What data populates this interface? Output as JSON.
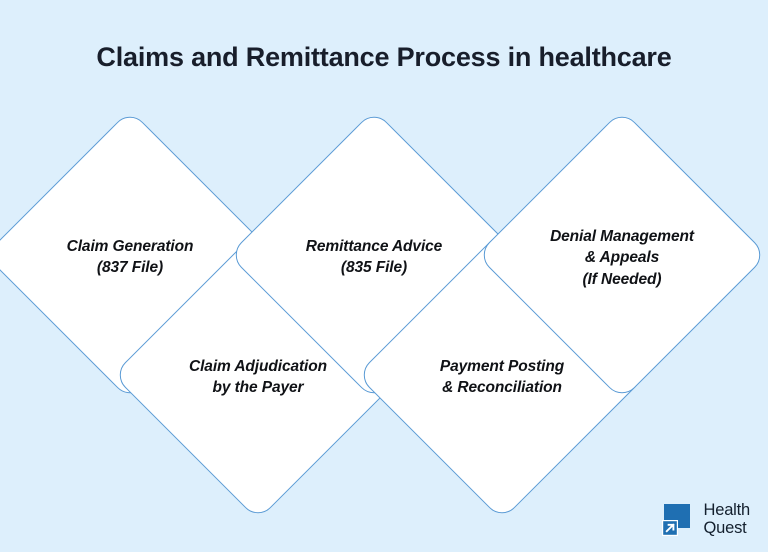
{
  "page": {
    "title": "Claims and Remittance Process in healthcare",
    "background_color": "#ddeffc"
  },
  "colors": {
    "background": "#ddeffc",
    "node_fill": "#ffffff",
    "node_border": "#5b9bd5",
    "title_text": "#181e2b",
    "node_text": "#101216",
    "brand_blue": "#1f6fb2",
    "brand_text": "#14202e"
  },
  "diagram": {
    "type": "process-flow-diamonds",
    "nodes": [
      {
        "id": "claim-generation",
        "order": 1,
        "row": "top",
        "lines": [
          "Claim Generation",
          "(837 File)"
        ]
      },
      {
        "id": "claim-adjudication",
        "order": 2,
        "row": "bottom",
        "lines": [
          "Claim Adjudication",
          "by the Payer"
        ]
      },
      {
        "id": "remittance-advice",
        "order": 3,
        "row": "top",
        "lines": [
          "Remittance Advice",
          "(835 File)"
        ]
      },
      {
        "id": "payment-posting",
        "order": 4,
        "row": "bottom",
        "lines": [
          "Payment Posting",
          "& Reconciliation"
        ]
      },
      {
        "id": "denial-management",
        "order": 5,
        "row": "top",
        "lines": [
          "Denial Management",
          "& Appeals",
          "(If Needed)"
        ]
      }
    ]
  },
  "logo": {
    "icon": "square-arrow-up-right-icon",
    "line1": "Health",
    "line2": "Quest"
  }
}
